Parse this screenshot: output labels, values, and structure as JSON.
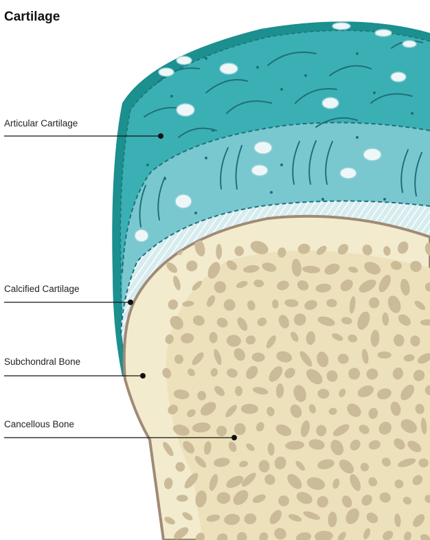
{
  "title": "Cartilage",
  "labels": {
    "articular": "Articular Cartilage",
    "calcified": "Calcified Cartilage",
    "subchondral": "Subchondral Bone",
    "cancellous": "Cancellous Bone"
  },
  "colors": {
    "cartilage_outer": "#1c8f8f",
    "cartilage_top": "#3bb0b4",
    "cartilage_deep": "#79c8d0",
    "calcified": "#cfe8ea",
    "bone_edge": "#a08a76",
    "bone_fill": "#f3ebcd",
    "bone_inner": "#ece1ba",
    "trabecula": "#cbbb98",
    "pointer": "#111111"
  }
}
